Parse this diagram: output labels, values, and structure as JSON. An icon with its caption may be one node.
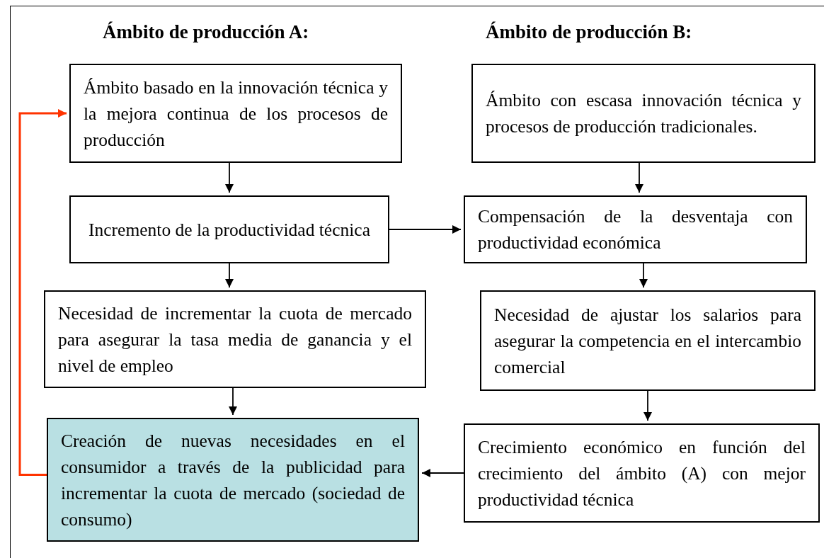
{
  "diagram": {
    "nodes": [
      {
        "text": [
          "Ámbito basado en la innovación técnica y la mejora continua de los procesos de producción"
        ]
      },
      {
        "text": [
          "Ámbito con escasa innovación técnica y procesos de producción tradicionales."
        ]
      },
      {
        "text": [
          "Incremento de la productividad técnica"
        ]
      },
      {
        "text": [
          "Compensación de la desventaja con productividad económica"
        ]
      },
      {
        "text": [
          "Necesidad de incrementar la cuota de mercado para asegurar la tasa media de ganancia y el nivel de empleo"
        ]
      },
      {
        "text": [
          "Necesidad de ajustar los salarios para asegurar la competencia en el intercambio comercial"
        ]
      },
      {
        "text": [
          "Creación de nuevas necesidades en el consumidor a través de la publicidad para incrementar la cuota de mercado (sociedad de consumo)"
        ]
      },
      {
        "text": [
          "Crecimiento económico en función del crecimiento del ámbito (A) con mejor productividad técnica"
        ]
      }
    ],
    "edges": [
      {
        "from": 0,
        "to": 2,
        "arrow": "to"
      },
      {
        "from": 2,
        "to": 4,
        "arrow": "to"
      },
      {
        "from": 4,
        "to": 6,
        "arrow": "to"
      },
      {
        "from": 1,
        "to": 3,
        "arrow": "to"
      },
      {
        "from": 3,
        "to": 5,
        "arrow": "to"
      },
      {
        "from": 5,
        "to": 7,
        "arrow": "to"
      },
      {
        "from": 2,
        "to": 3,
        "arrow": "to"
      },
      {
        "from": 7,
        "to": 6,
        "arrow": "to"
      },
      {
        "from": 6,
        "to": 0,
        "arrow": "to",
        "color": "#ff3300"
      }
    ],
    "labels": [
      "Ámbito de producción A:",
      "Ámbito de producción B:"
    ]
  }
}
